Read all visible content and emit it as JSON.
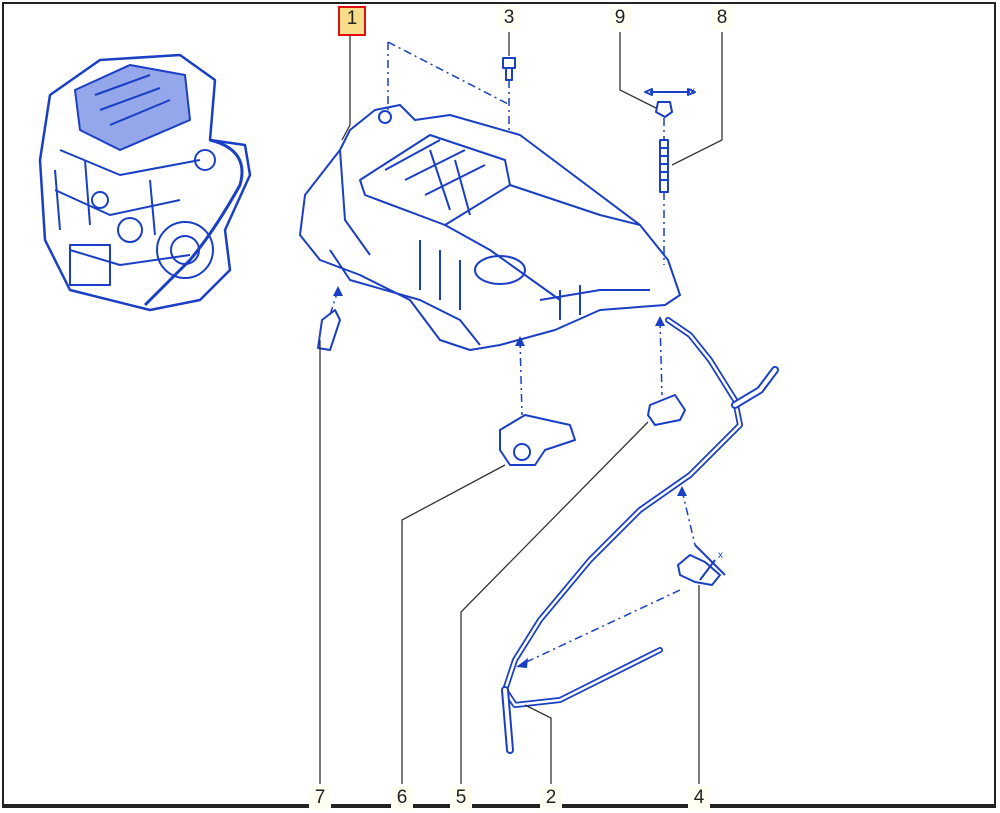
{
  "diagram": {
    "title": "Engine cover assembly",
    "selected_callout": "1",
    "callouts_top": [
      {
        "label": "1"
      },
      {
        "label": "3"
      },
      {
        "label": "9"
      },
      {
        "label": "8"
      }
    ],
    "callouts_bottom": [
      {
        "label": "7"
      },
      {
        "label": "6"
      },
      {
        "label": "5"
      },
      {
        "label": "2"
      },
      {
        "label": "4"
      }
    ],
    "axis_markers": [
      "x",
      "x"
    ],
    "colors": {
      "line": "#1a3fc4",
      "selected_border": "#e01010",
      "selected_fill": "#f7dc8a"
    }
  }
}
